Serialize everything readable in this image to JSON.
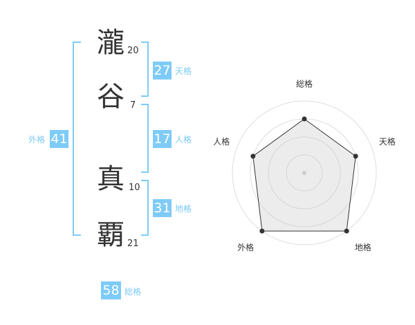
{
  "name": {
    "chars": [
      "瀧",
      "谷",
      "真",
      "覇"
    ],
    "strokes": [
      "20",
      "7",
      "10",
      "21"
    ]
  },
  "kaku": {
    "tenkaku": {
      "value": "27",
      "label": "天格"
    },
    "jinkaku": {
      "value": "17",
      "label": "人格"
    },
    "chikaku": {
      "value": "31",
      "label": "地格"
    },
    "gaikaku": {
      "value": "41",
      "label": "外格"
    },
    "soukaku": {
      "value": "58",
      "label": "総格"
    }
  },
  "colors": {
    "accent": "#7ecbf7",
    "text": "#333333",
    "radar_fill": "#f0f0f0",
    "radar_ring": "#dddddd",
    "radar_line": "#333333"
  },
  "chart_data": {
    "type": "radar",
    "axes": [
      "総格",
      "天格",
      "地格",
      "外格",
      "人格"
    ],
    "levels": 4,
    "values": [
      3,
      3,
      4,
      4,
      3
    ],
    "max": 4
  }
}
